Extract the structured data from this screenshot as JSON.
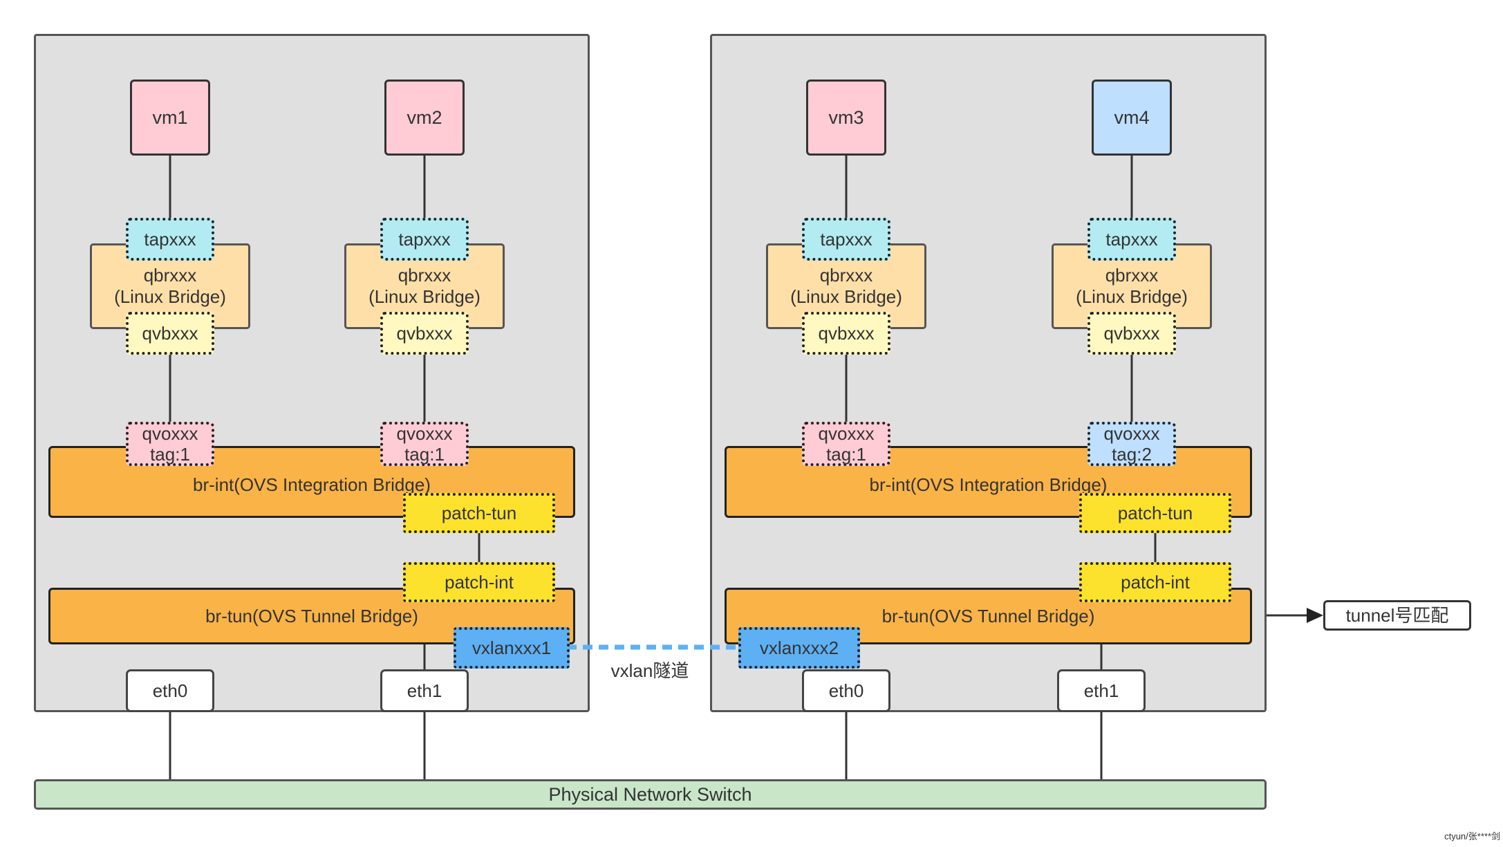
{
  "host_left": {
    "vm1": "vm1",
    "vm2": "vm2",
    "tap": "tapxxx",
    "qbr_line1": "qbrxxx",
    "qbr_line2": "(Linux Bridge)",
    "qvb": "qvbxxx",
    "qvo_name": "qvoxxx",
    "qvo_tag_vm1": "tag:1",
    "qvo_tag_vm2": "tag:1",
    "br_int": "br-int(OVS Integration Bridge)",
    "patch_tun": "patch-tun",
    "patch_int": "patch-int",
    "br_tun": "br-tun(OVS Tunnel Bridge)",
    "vxlan_port": "vxlanxxx1",
    "eth0": "eth0",
    "eth1": "eth1"
  },
  "host_right": {
    "vm3": "vm3",
    "vm4": "vm4",
    "tap": "tapxxx",
    "qbr_line1": "qbrxxx",
    "qbr_line2": "(Linux Bridge)",
    "qvb": "qvbxxx",
    "qvo_name": "qvoxxx",
    "qvo_tag_vm3": "tag:1",
    "qvo_tag_vm4": "tag:2",
    "br_int": "br-int(OVS Integration Bridge)",
    "patch_tun": "patch-tun",
    "patch_int": "patch-int",
    "br_tun": "br-tun(OVS Tunnel Bridge)",
    "vxlan_port": "vxlanxxx2",
    "eth0": "eth0",
    "eth1": "eth1"
  },
  "vxlan_tunnel_label": "vxlan隧道",
  "tunnel_match_label": "tunnel号匹配",
  "physical_switch_label": "Physical Network Switch",
  "watermark": "ctyun/张****剑",
  "colors": {
    "host_bg": "#e0e0e0",
    "vm_pink": "#ffccd5",
    "vm_blue": "#bfdfff",
    "linux_bridge": "#ffdfa8",
    "tap_port": "#b3ebf2",
    "qvb_port": "#fff8c0",
    "ovs_bridge": "#fab346",
    "patch_port": "#fce22c",
    "vxlan_port": "#5eb0f5",
    "vxlan_tunnel_line": "#5eb0f5",
    "switch": "#c9e6c9"
  }
}
